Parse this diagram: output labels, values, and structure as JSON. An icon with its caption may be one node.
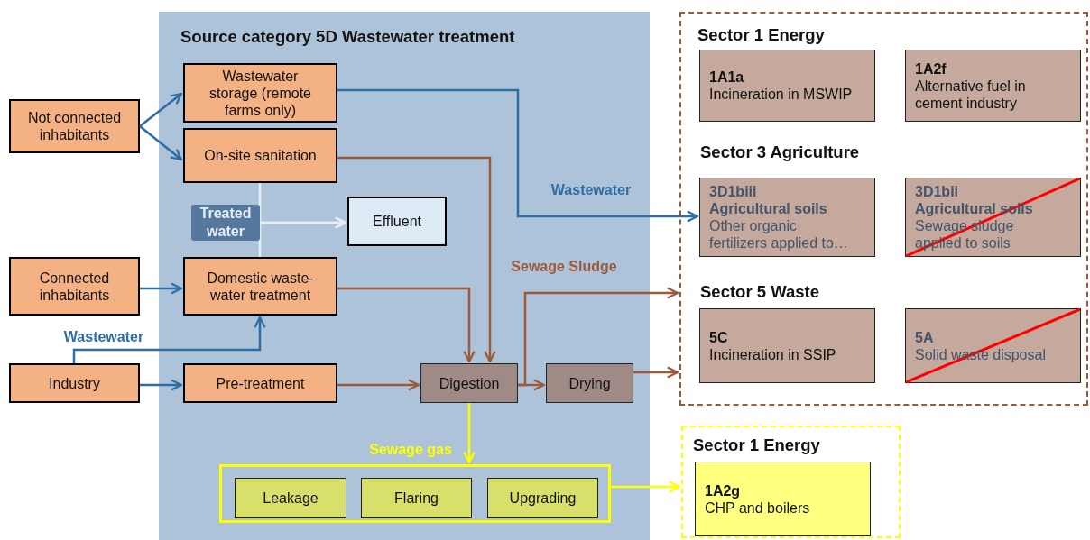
{
  "diagram": {
    "nodes": [
      {
        "text": [
          "Source category 5D Wastewater treatment"
        ]
      },
      {
        "text": [
          "Not connected inhabitants"
        ]
      },
      {
        "text": [
          "Wastewater storage (remote farms only)"
        ],
        "in": 0
      },
      {
        "text": [
          "On-site sanitation"
        ],
        "in": 0
      },
      {
        "text": [
          "Effluent"
        ],
        "in": 0
      },
      {
        "text": [
          "Connected inhabitants"
        ]
      },
      {
        "text": [
          "Domestic waste-water treatment"
        ],
        "in": 0
      },
      {
        "text": [
          "Industry"
        ]
      },
      {
        "text": [
          "Pre-treatment"
        ],
        "in": 0
      },
      {
        "text": [
          "Digestion"
        ],
        "in": 0
      },
      {
        "text": [
          "Drying"
        ],
        "in": 0
      },
      {
        "text": [],
        "shape": "box",
        "in": 0
      },
      {
        "text": [
          "Leakage"
        ],
        "in": 11
      },
      {
        "text": [
          "Flaring"
        ],
        "in": 11
      },
      {
        "text": [
          "Upgrading"
        ],
        "in": 11
      },
      {
        "text": [
          "Sector 1 Energy",
          "Sector 3 Agriculture",
          "Sector 5 Waste"
        ]
      },
      {
        "text": [
          "1A1a",
          "Incineration in MSWIP"
        ],
        "in": 15
      },
      {
        "text": [
          "1A2f",
          "Alternative fuel in cement industry"
        ],
        "in": 15
      },
      {
        "text": [
          "3D1biii",
          "Agricultural soils",
          "Other organic fertilizers applied to…"
        ],
        "in": 15
      },
      {
        "text": [
          "3D1bii",
          "Agricultural soils",
          "Sewage sludge applied to soils"
        ],
        "in": 15
      },
      {
        "text": [
          "5C",
          "Incineration in SSIP"
        ],
        "in": 15
      },
      {
        "text": [
          "5A",
          "Solid waste disposal"
        ],
        "in": 15
      },
      {
        "text": [
          "Sector 1 Energy"
        ]
      },
      {
        "text": [
          "1A2g",
          "CHP and boilers"
        ],
        "in": 22
      }
    ],
    "edges": [
      {
        "from": 1,
        "to": 2,
        "arrow": "to",
        "color": "#2e6da4"
      },
      {
        "from": 1,
        "to": 3,
        "arrow": "to",
        "color": "#2e6da4"
      },
      {
        "from": 2,
        "to": 18,
        "arrow": "to",
        "label": "Wastewater",
        "color": "#2e6da4"
      },
      {
        "from": 3,
        "to": 9,
        "arrow": "to",
        "color": "#9b5a3c"
      },
      {
        "from": 3,
        "to": 4,
        "arrow": "to",
        "label": "Treated water",
        "color": "#e6eef8"
      },
      {
        "from": 6,
        "to": 4,
        "arrow": "to",
        "color": "#e6eef8"
      },
      {
        "from": 5,
        "to": 6,
        "arrow": "to",
        "color": "#2e6da4"
      },
      {
        "from": 6,
        "to": 9,
        "arrow": "to",
        "color": "#9b5a3c"
      },
      {
        "from": 7,
        "to": 6,
        "arrow": "to",
        "label": "Wastewater",
        "color": "#2e6da4"
      },
      {
        "from": 7,
        "to": 8,
        "arrow": "to",
        "color": "#2e6da4"
      },
      {
        "from": 8,
        "to": 9,
        "arrow": "to",
        "color": "#9b5a3c"
      },
      {
        "from": 9,
        "to": 10,
        "arrow": "to",
        "color": "#9b5a3c"
      },
      {
        "from": 9,
        "to": 15,
        "arrow": "to",
        "label": "Sewage Sludge",
        "color": "#9b5a3c"
      },
      {
        "from": 10,
        "to": 15,
        "arrow": "to",
        "color": "#9b5a3c"
      },
      {
        "from": 9,
        "to": 11,
        "arrow": "to",
        "label": "Sewage gas",
        "color": "#ffff00"
      },
      {
        "from": 11,
        "to": 22,
        "arrow": "to",
        "color": "#ffff00"
      }
    ]
  }
}
